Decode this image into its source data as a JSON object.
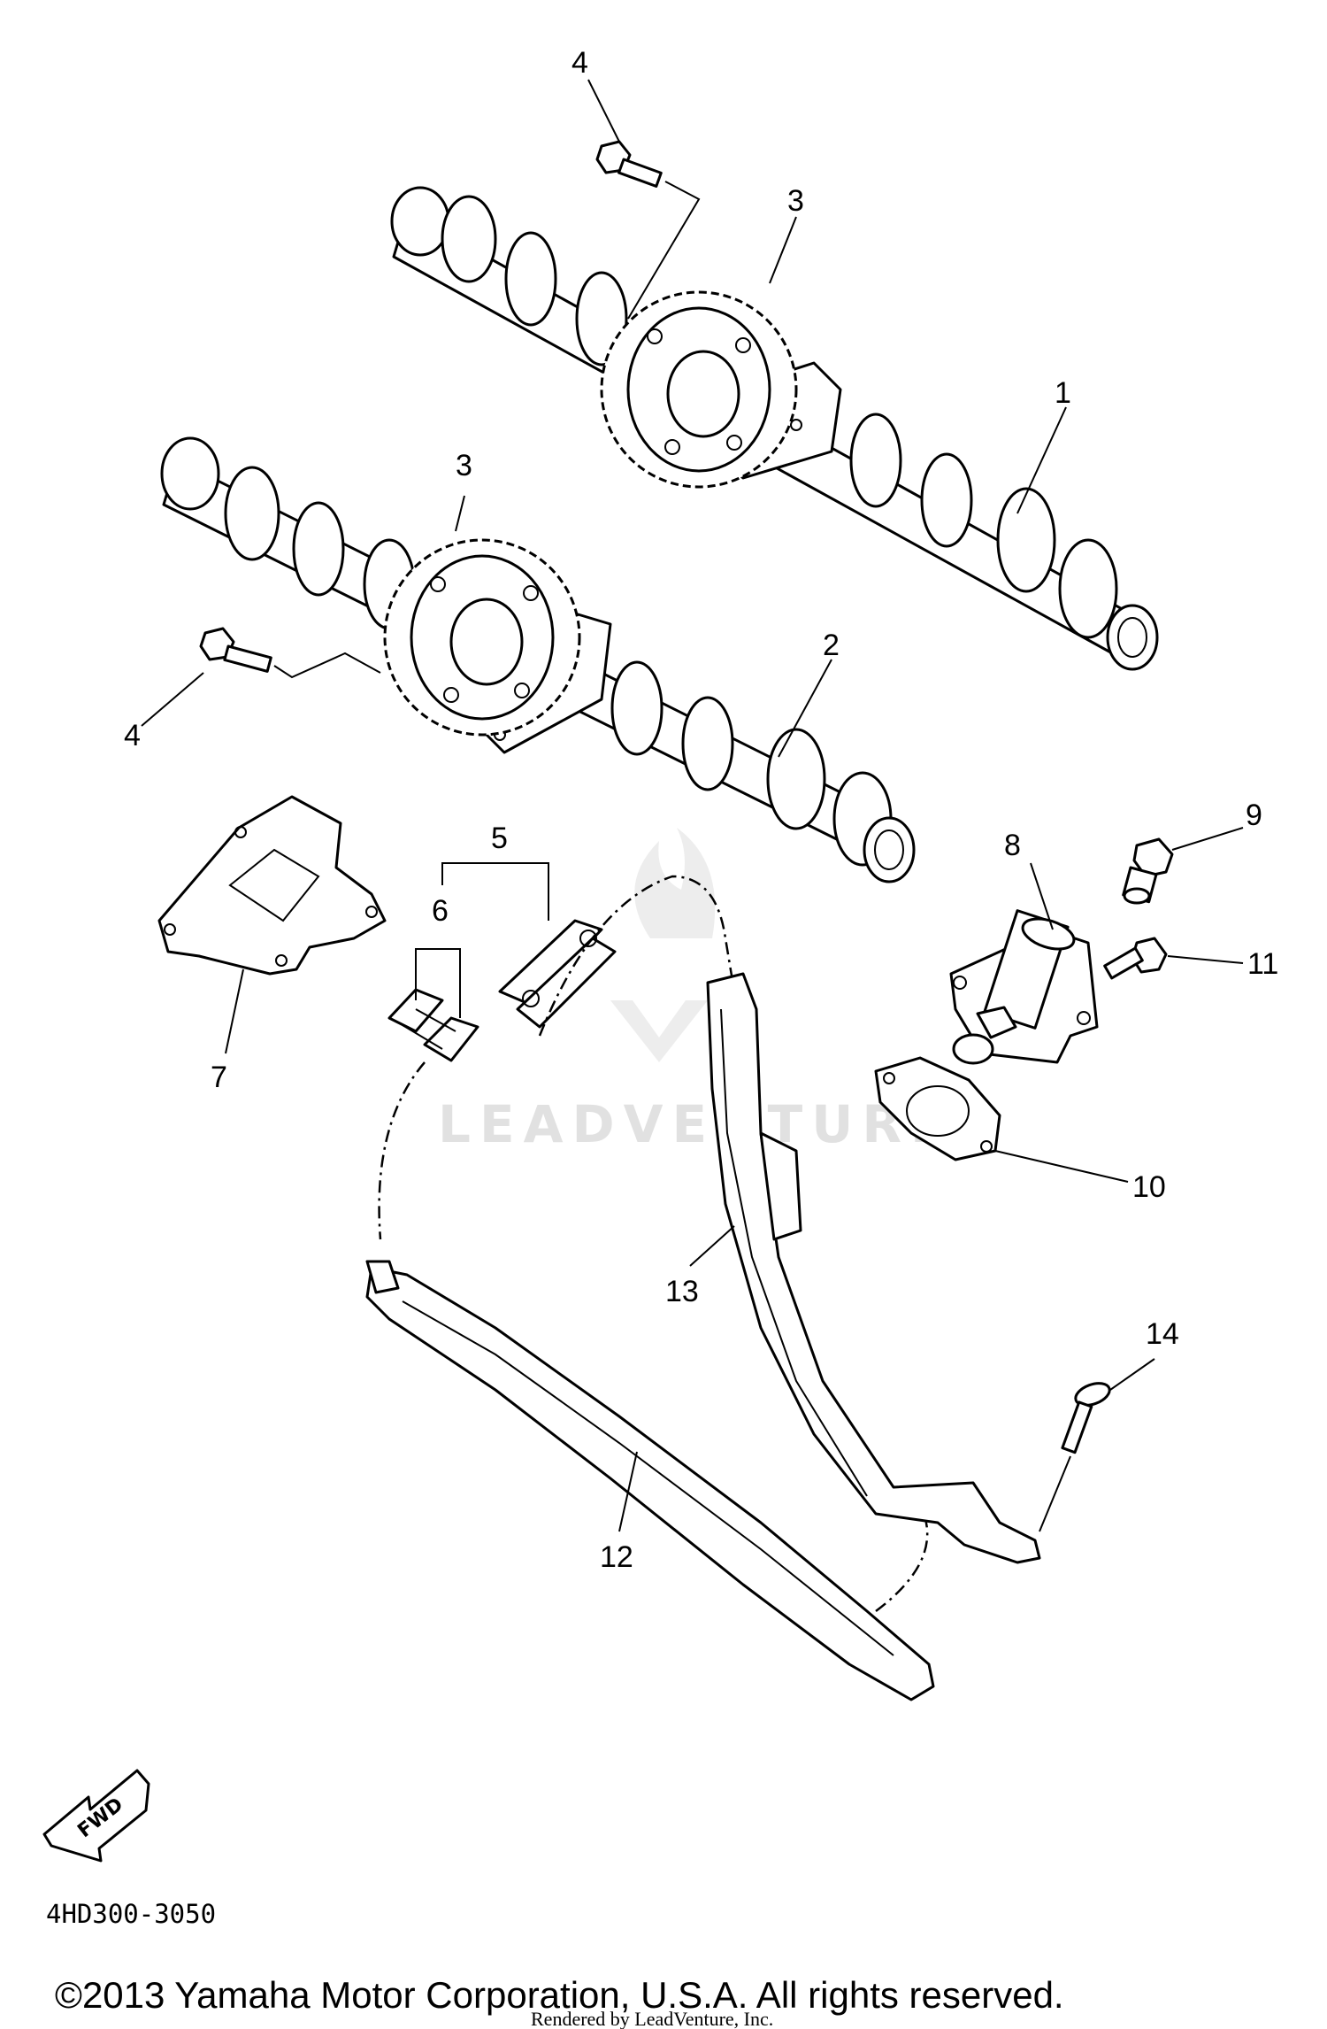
{
  "diagram": {
    "callouts": {
      "c1": "1",
      "c2": "2",
      "c3a": "3",
      "c3b": "3",
      "c4a": "4",
      "c4b": "4",
      "c5": "5",
      "c6": "6",
      "c7": "7",
      "c8": "8",
      "c9": "9",
      "c10": "10",
      "c11": "11",
      "c12": "12",
      "c13": "13",
      "c14": "14"
    },
    "fwd_label": "FWD",
    "part_code": "4HD300-3050",
    "watermark": "LEADVENTURE",
    "copyright": "©2013 Yamaha Motor Corporation, U.S.A. All rights reserved.",
    "rendered_by": "Rendered by LeadVenture, Inc."
  }
}
